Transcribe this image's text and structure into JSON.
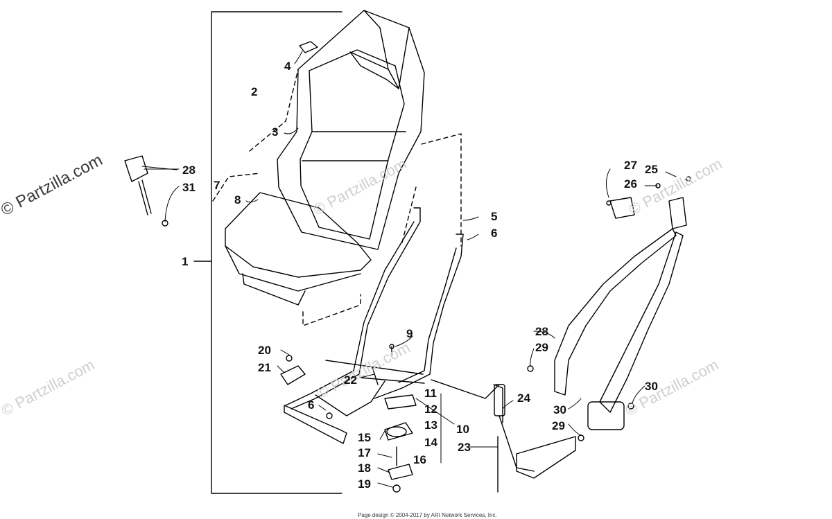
{
  "watermarks": {
    "main": "© Partzilla.com",
    "faint": "© Partzilla.com"
  },
  "callouts": {
    "c1": "1",
    "c2": "2",
    "c3": "3",
    "c4": "4",
    "c5": "5",
    "c6a": "6",
    "c6b": "6",
    "c7": "7",
    "c8": "8",
    "c9": "9",
    "c10": "10",
    "c11": "11",
    "c12": "12",
    "c13": "13",
    "c14": "14",
    "c15": "15",
    "c16": "16",
    "c17": "17",
    "c18": "18",
    "c19": "19",
    "c20": "20",
    "c21": "21",
    "c22": "22",
    "c23": "23",
    "c24": "24",
    "c25": "25",
    "c26": "26",
    "c27": "27",
    "c28a": "28",
    "c28b": "28",
    "c29a": "29",
    "c29b": "29",
    "c30a": "30",
    "c30b": "30",
    "c31": "31"
  },
  "footer": "Page design © 2004-2017 by ARI Network Services, Inc."
}
